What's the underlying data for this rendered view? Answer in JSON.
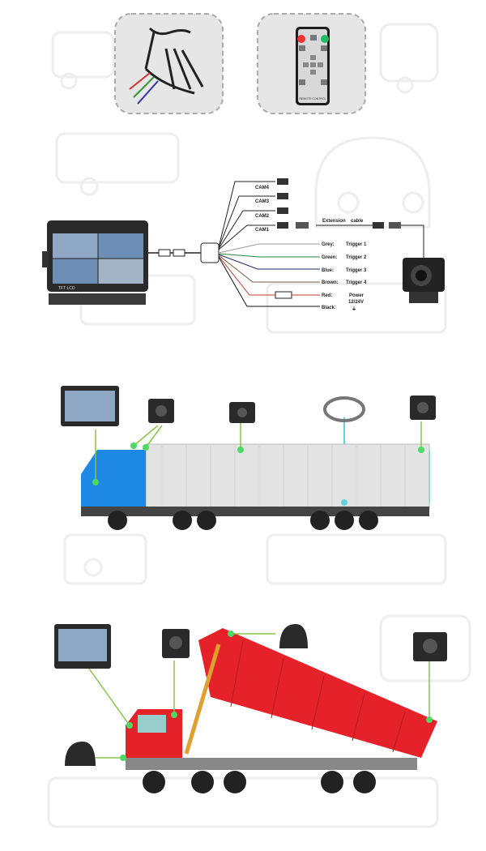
{
  "accessories": {
    "cable_panel": {
      "icon": "split-cable-icon"
    },
    "remote_panel": {
      "icon": "remote-control-icon",
      "remote_label": "REMOTE CONTROL"
    }
  },
  "wiring": {
    "monitor_label": "TFT LCD",
    "cams": [
      "CAM4",
      "CAM3",
      "CAM2",
      "CAM1"
    ],
    "extension": [
      "Extension",
      "cable"
    ],
    "wires": [
      {
        "color_name": "Grey:",
        "function": "Trigger 1",
        "color": "#9a9a9a"
      },
      {
        "color_name": "Green:",
        "function": "Trigger 2",
        "color": "#1f8a3a"
      },
      {
        "color_name": "Blue:",
        "function": "Trigger 3",
        "color": "#1c2a6e"
      },
      {
        "color_name": "Brown:",
        "function": "Trigger 4",
        "color": "#7a5a48"
      },
      {
        "color_name": "Red:",
        "function": "Power",
        "color": "#c0392b"
      },
      {
        "color_name": "Black:",
        "function": "",
        "color": "#111111"
      }
    ],
    "power_voltage": "12/24V"
  },
  "colors": {
    "connector_green": "#4cd964",
    "cable_cyan": "#5fd3e0",
    "truck_blue": "#1e88e5",
    "dump_red": "#e5222a"
  }
}
